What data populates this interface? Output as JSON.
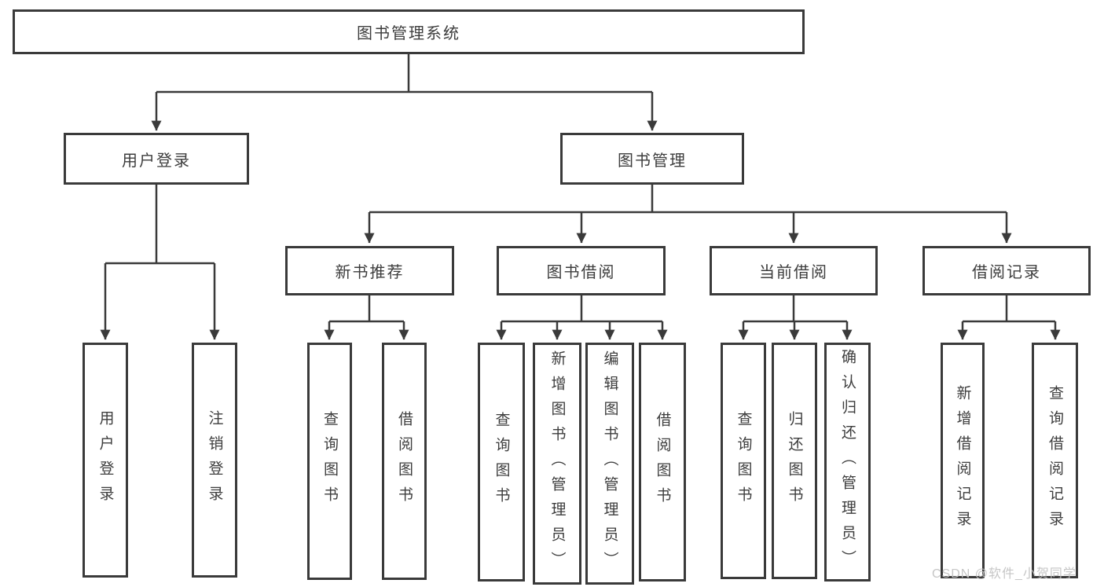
{
  "tree": {
    "root": {
      "label": "图书管理系统"
    },
    "children": [
      {
        "label": "用户登录",
        "children": [
          {
            "label": "用户登录"
          },
          {
            "label": "注销登录"
          }
        ]
      },
      {
        "label": "图书管理",
        "children": [
          {
            "label": "新书推荐",
            "children": [
              {
                "label": "查询图书"
              },
              {
                "label": "借阅图书"
              }
            ]
          },
          {
            "label": "图书借阅",
            "children": [
              {
                "label": "查询图书"
              },
              {
                "label": "新增图书（管理员）"
              },
              {
                "label": "编辑图书（管理员）"
              },
              {
                "label": "借阅图书"
              }
            ]
          },
          {
            "label": "当前借阅",
            "children": [
              {
                "label": "查询图书"
              },
              {
                "label": "归还图书"
              },
              {
                "label": "确认归还（管理员）"
              }
            ]
          },
          {
            "label": "借阅记录",
            "children": [
              {
                "label": "新增借阅记录"
              },
              {
                "label": "查询借阅记录"
              }
            ]
          }
        ]
      }
    ]
  },
  "watermark": {
    "text": "CSDN @软件_小贺同学"
  },
  "colors": {
    "line": "#3a3a3a",
    "text": "#3d3d3d",
    "box_background": "#ffffff",
    "watermark": "#c3c3c3",
    "background": "#ffffff"
  }
}
